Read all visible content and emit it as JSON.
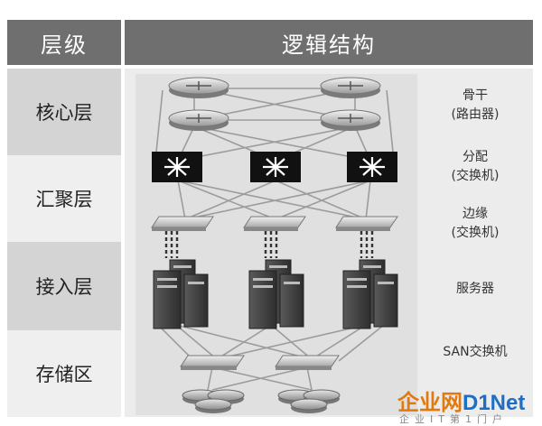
{
  "header": {
    "layer_title": "层级",
    "logic_title": "逻辑结构"
  },
  "layers": [
    "核心层",
    "汇聚层",
    "接入层",
    "存储区"
  ],
  "labels": {
    "core_1": "骨干",
    "core_2": "(路由器)",
    "dist_1": "分配",
    "dist_2": "(交换机)",
    "edge_1": "边缘",
    "edge_2": "(交换机)",
    "server": "服务器",
    "san": "SAN交换机"
  },
  "watermark": {
    "main_a": "企业网",
    "main_b": "D1Net",
    "sub": "企业IT第1门户"
  }
}
